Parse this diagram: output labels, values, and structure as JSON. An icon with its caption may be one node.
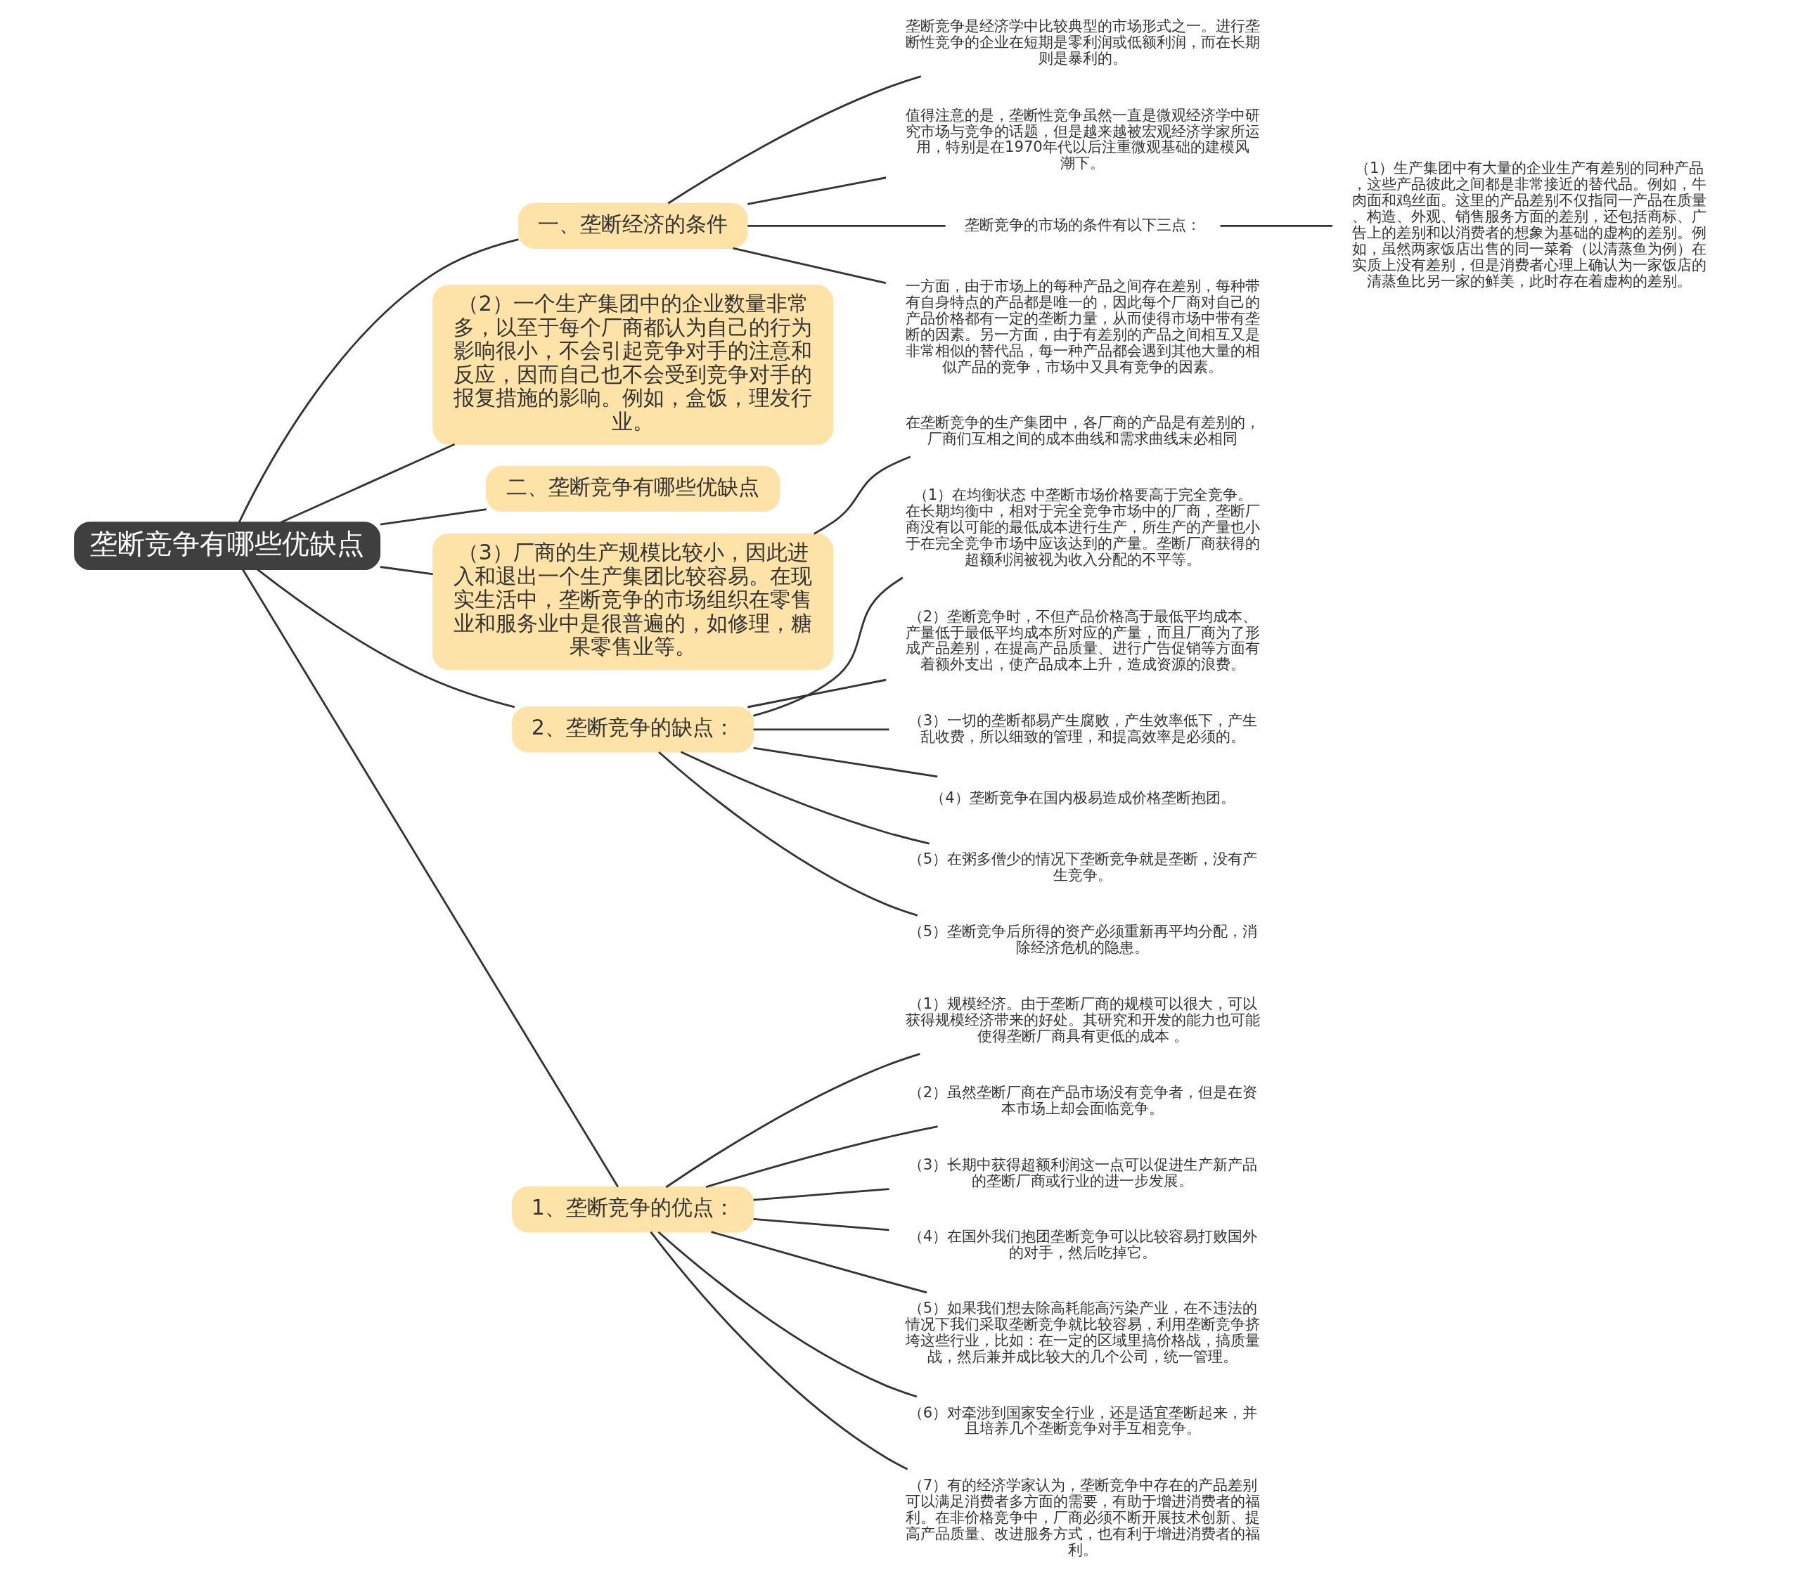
{
  "diagram": {
    "nodes": [
      {
        "text": [
          "垄断竞争有哪些优缺点"
        ]
      },
      {
        "text": [
          "一、垄断经济的条件"
        ]
      },
      {
        "text": [
          "垄断竞争是经济学中比较典型的市场形式之一。进行垄断性竞争的企业在短期是零利润或低额利润，而在长期则是暴利的。"
        ]
      },
      {
        "text": [
          "值得注意的是，垄断性竞争虽然一直是微观经济学中研究市场与竞争的话题，但是越来越被宏观经济学家所运用，特别是在1970年代以后注重微观基础的建模风潮下。"
        ]
      },
      {
        "text": [
          "垄断竞争的市场的条件有以下三点："
        ]
      },
      {
        "text": [
          "（1）生产集团中有大量的企业生产有差别的同种产品，这些产品彼此之间都是非常接近的替代品。例如，牛肉面和鸡丝面。这里的产品差别不仅指同一产品在质量、构造、外观、销售服务方面的差别，还包括商标、广告上的差别和以消费者的想象为基础的虚构的差别。例如，虽然两家饭店出售的同一菜肴（以清蒸鱼为例）在实质上没有差别，但是消费者心理上确认为一家饭店的清蒸鱼比另一家的鲜美，此时存在着虚构的差别。"
        ]
      },
      {
        "text": [
          "一方面，由于市场上的每种产品之间存在差别，每种带有自身特点的产品都是唯一的，因此每个厂商对自己的产品价格都有一定的垄断力量，从而使得市场中带有垄断的因素。另一方面，由于有差别的产品之间相互又是非常相似的替代品，每一种产品都会遇到其他大量的相似产品的竞争，市场中又具有竞争的因素。"
        ]
      },
      {
        "text": [
          "（2）一个生产集团中的企业数量非常多，以至于每个厂商都认为自己的行为影响很小，不会引起竞争对手的注意和反应，因而自己也不会受到竞争对手的报复措施的影响。例如，盒饭，理发行业。"
        ]
      },
      {
        "text": [
          "二、垄断竞争有哪些优缺点"
        ]
      },
      {
        "text": [
          "（3）厂商的生产规模比较小，因此进入和退出一个生产集团比较容易。在现实生活中，垄断竞争的市场组织在零售业和服务业中是很普遍的，如修理，糖果零售业等。"
        ]
      },
      {
        "text": [
          "在垄断竞争的生产集团中，各厂商的产品是有差别的，厂商们互相之间的成本曲线和需求曲线未必相同"
        ]
      },
      {
        "text": [
          "2、垄断竞争的缺点："
        ]
      },
      {
        "text": [
          "（1）在均衡状态 中垄断市场价格要高于完全竞争。在长期均衡中，相对于完全竞争市场中的厂商，垄断厂商没有以可能的最低成本进行生产，所生产的产量也小于在完全竞争市场中应该达到的产量。垄断厂商获得的超额利润被视为收入分配的不平等。"
        ]
      },
      {
        "text": [
          "（2）垄断竞争时，不但产品价格高于最低平均成本、产量低于最低平均成本所对应的产量，而且厂商为了形成产品差别，在提高产品质量、进行广告促销等方面有着额外支出，使产品成本上升，造成资源的浪费。"
        ]
      },
      {
        "text": [
          "（3）一切的垄断都易产生腐败，产生效率低下，产生乱收费，所以细致的管理，和提高效率是必须的。"
        ]
      },
      {
        "text": [
          "（4）垄断竞争在国内极易造成价格垄断抱团。"
        ]
      },
      {
        "text": [
          "（5）在粥多僧少的情况下垄断竞争就是垄断，没有产生竞争。"
        ]
      },
      {
        "text": [
          "（5）垄断竞争后所得的资产必须重新再平均分配，消除经济危机的隐患。"
        ]
      },
      {
        "text": [
          "1、垄断竞争的优点："
        ]
      },
      {
        "text": [
          "（1）规模经济。由于垄断厂商的规模可以很大，可以获得规模经济带来的好处。其研究和开发的能力也可能使得垄断厂商具有更低的成本 。"
        ]
      },
      {
        "text": [
          "（2）虽然垄断厂商在产品市场没有竞争者，但是在资本市场上却会面临竞争。"
        ]
      },
      {
        "text": [
          "（3）长期中获得超额利润这一点可以促进生产新产品的垄断厂商或行业的进一步发展。"
        ]
      },
      {
        "text": [
          "（4）在国外我们抱团垄断竞争可以比较容易打败国外的对手，然后吃掉它。"
        ]
      },
      {
        "text": [
          "（5）如果我们想去除高耗能高污染产业，在不违法的情况下我们采取垄断竞争就比较容易，利用垄断竞争挤垮这些行业，比如：在一定的区域里搞价格战，搞质量战，然后兼并成比较大的几个公司，统一管理。"
        ]
      },
      {
        "text": [
          "（6）对牵涉到国家安全行业，还是适宜垄断起来，并且培养几个垄断竞争对手互相竞争。"
        ]
      },
      {
        "text": [
          "（7）有的经济学家认为，垄断竞争中存在的产品差别可以满足消费者多方面的需要，有助于增进消费者的福利。在非价格竞争中，厂商必须不断开展技术创新、提高产品质量、改进服务方式，也有利于增进消费者的福利。"
        ]
      }
    ],
    "edges": [
      {
        "from": 0,
        "to": 1,
        "arrow": "none"
      },
      {
        "from": 1,
        "to": 2,
        "arrow": "none"
      },
      {
        "from": 1,
        "to": 3,
        "arrow": "none"
      },
      {
        "from": 1,
        "to": 4,
        "arrow": "none"
      },
      {
        "from": 4,
        "to": 5,
        "arrow": "none"
      },
      {
        "from": 1,
        "to": 6,
        "arrow": "none"
      },
      {
        "from": 0,
        "to": 7,
        "arrow": "none"
      },
      {
        "from": 0,
        "to": 8,
        "arrow": "none"
      },
      {
        "from": 0,
        "to": 9,
        "arrow": "none"
      },
      {
        "from": 9,
        "to": 10,
        "arrow": "none"
      },
      {
        "from": 0,
        "to": 11,
        "arrow": "none"
      },
      {
        "from": 11,
        "to": 12,
        "arrow": "none"
      },
      {
        "from": 11,
        "to": 13,
        "arrow": "none"
      },
      {
        "from": 11,
        "to": 14,
        "arrow": "none"
      },
      {
        "from": 11,
        "to": 15,
        "arrow": "none"
      },
      {
        "from": 11,
        "to": 16,
        "arrow": "none"
      },
      {
        "from": 11,
        "to": 17,
        "arrow": "none"
      },
      {
        "from": 0,
        "to": 18,
        "arrow": "none"
      },
      {
        "from": 18,
        "to": 19,
        "arrow": "none"
      },
      {
        "from": 18,
        "to": 20,
        "arrow": "none"
      },
      {
        "from": 18,
        "to": 21,
        "arrow": "none"
      },
      {
        "from": 18,
        "to": 22,
        "arrow": "none"
      },
      {
        "from": 18,
        "to": 23,
        "arrow": "none"
      },
      {
        "from": 18,
        "to": 24,
        "arrow": "none"
      },
      {
        "from": 18,
        "to": 25,
        "arrow": "none"
      }
    ]
  }
}
